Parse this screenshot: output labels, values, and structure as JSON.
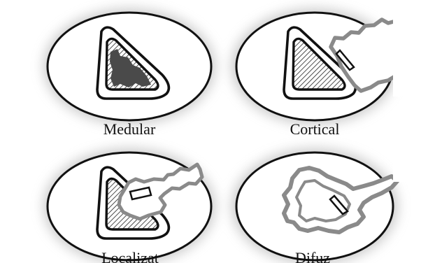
{
  "labels": {
    "medular": "Medular",
    "cortical": "Cortical",
    "localizat": "Localizat",
    "difuz": "Difuz"
  },
  "colors": {
    "ink": "#111111",
    "shadow": "#9a9a9a",
    "fracture": "#8a8a8a",
    "lesion": "#4a4a4a",
    "hatch": "#222222",
    "paper": "#ffffff"
  }
}
